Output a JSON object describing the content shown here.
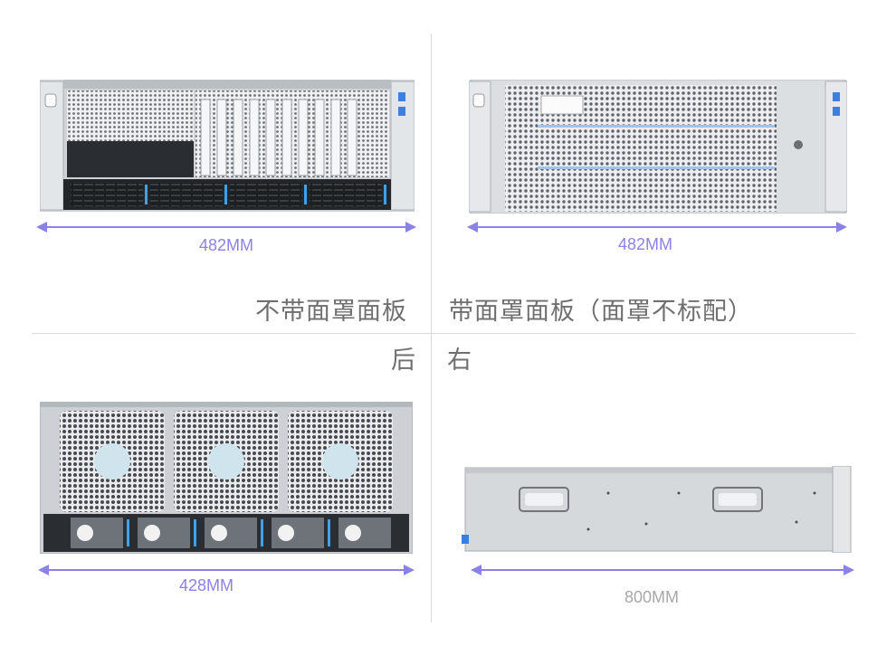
{
  "panels": {
    "front_no_bezel": {
      "dimension": "482MM",
      "caption": "不带面罩面板"
    },
    "front_with_bezel": {
      "dimension": "482MM",
      "caption": "带面罩面板（面罩不标配）"
    },
    "rear": {
      "dimension": "428MM",
      "caption": "后"
    },
    "side": {
      "dimension": "800MM",
      "caption": "右"
    }
  },
  "colors": {
    "dimension_line": "#8b82e6",
    "caption_text": "#6f6f6f",
    "chassis_silver": "#d5d8dc"
  },
  "icons": [
    "server-front-photo",
    "server-bezel-photo",
    "server-rear-photo",
    "server-side-photo",
    "dimension-arrow"
  ]
}
